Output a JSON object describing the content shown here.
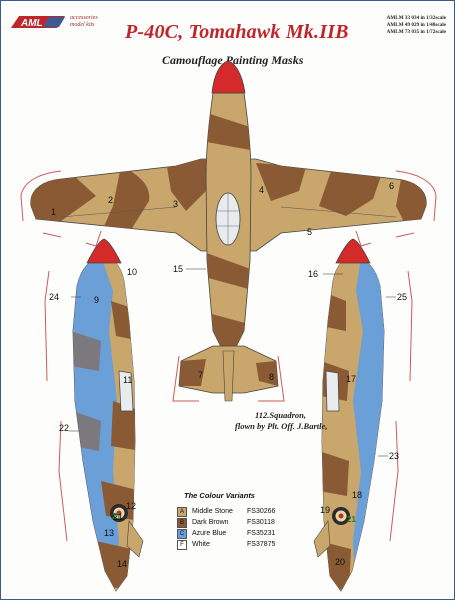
{
  "brand": {
    "logo_text": "AML",
    "tagline_line1": "accessories",
    "tagline_line2": "model kits"
  },
  "header": {
    "title": "P-40C, Tomahawk Mk.IIB",
    "subtitle": "Camouflage Painting Masks",
    "product_codes": [
      "AMLM 33 034 in 1/32scale",
      "AMLM 49 029 in 1/48scale",
      "AMLM 73 035 in 1/72scale"
    ]
  },
  "caption": {
    "line1": "112.Squadron,",
    "line2": "flown by  Plt. Off.  J.Bartle,"
  },
  "variants": {
    "title": "The Colour Variants",
    "items": [
      {
        "letter": "A",
        "name": "Middle Stone",
        "code": "FS30266",
        "color": "#c9a66b"
      },
      {
        "letter": "B",
        "name": "Dark Brown",
        "code": "FS30118",
        "color": "#8a5a34"
      },
      {
        "letter": "C",
        "name": "Azure Blue",
        "code": "FS35231",
        "color": "#6a9fd8"
      },
      {
        "letter": "F",
        "name": "White",
        "code": "FS37875",
        "color": "#ffffff"
      }
    ]
  },
  "mask_numbers": {
    "n1": "1",
    "n2": "2",
    "n3": "3",
    "n4": "4",
    "n5": "5",
    "n6": "6",
    "n7": "7",
    "n8": "8",
    "n9": "9",
    "n10": "10",
    "n11": "11",
    "n12": "12",
    "n13": "13",
    "n14": "14",
    "n15": "15",
    "n16": "16",
    "n17": "17",
    "n18": "18",
    "n19": "19",
    "n20": "20",
    "n21": "21",
    "n22": "22",
    "n23": "23",
    "n24": "24",
    "n25": "25"
  },
  "markings": {
    "fuselage_left": "21",
    "fuselage_right": "21"
  },
  "colors": {
    "middle_stone": "#c9a66b",
    "dark_brown": "#8a5a34",
    "azure_blue": "#6a9fd8",
    "spinner_red": "#d42a2a",
    "title_red": "#c0252b",
    "mask_outline": "#d05a5a"
  }
}
